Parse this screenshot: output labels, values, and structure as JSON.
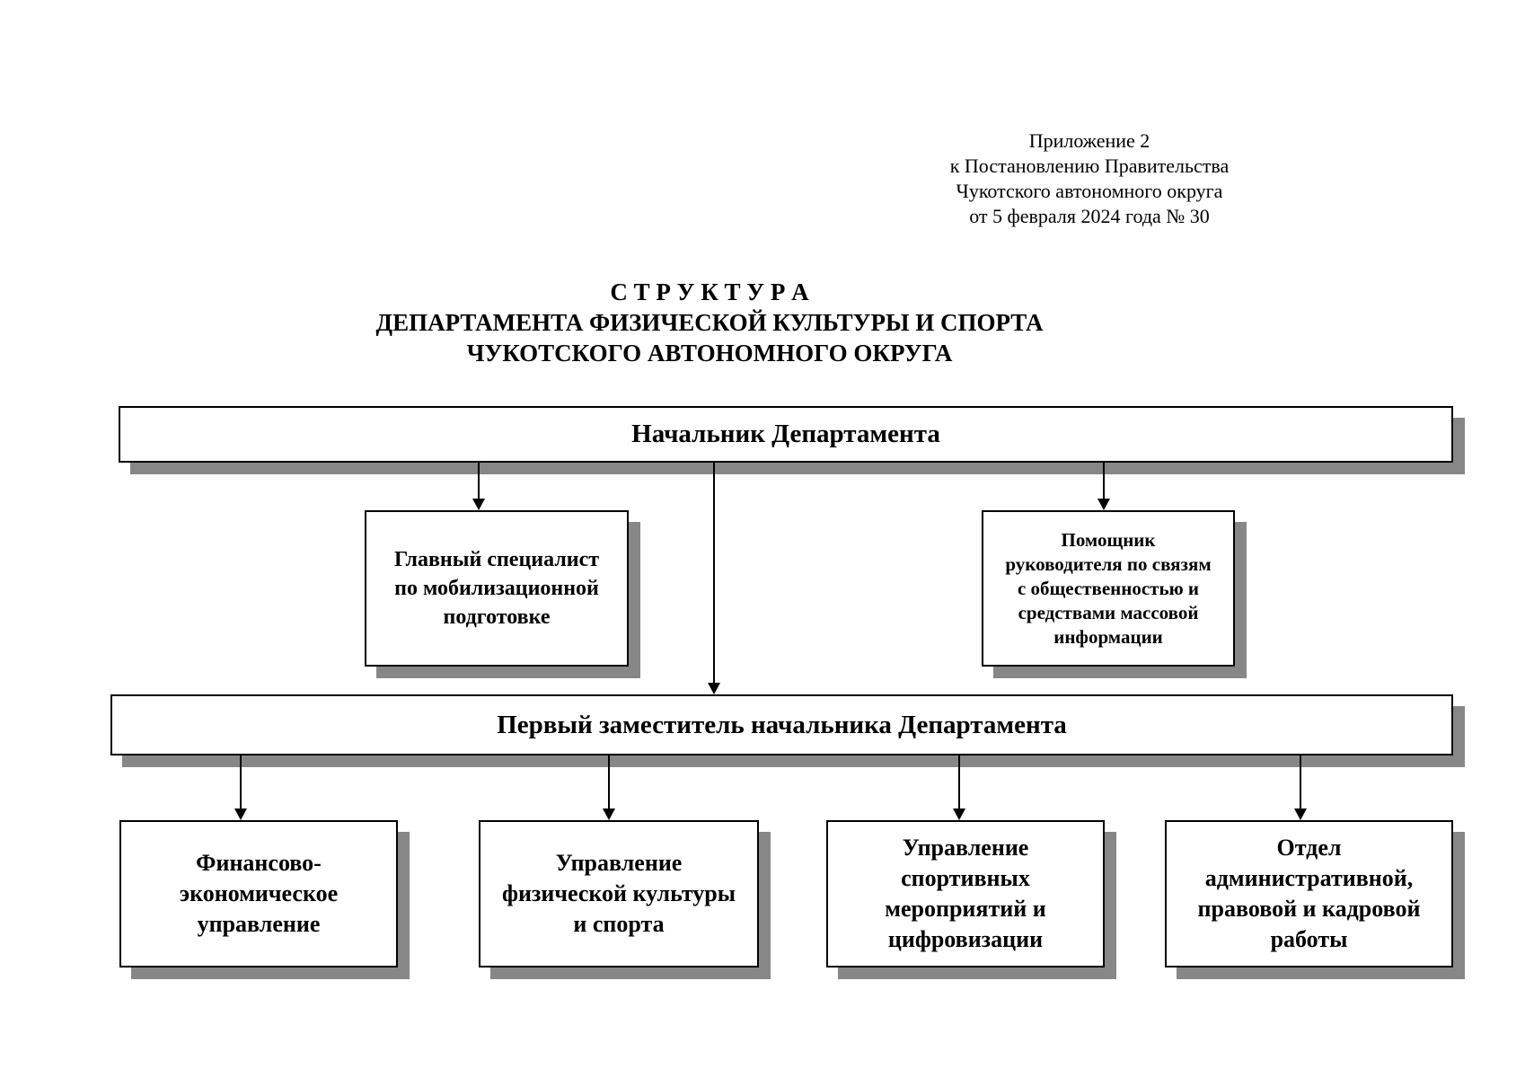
{
  "annotation": {
    "lines": [
      "Приложение 2",
      "к Постановлению Правительства",
      "Чукотского автономного округа",
      "от 5 февраля 2024 года № 30"
    ]
  },
  "title": {
    "lines": [
      "С Т Р У К Т У Р А",
      "ДЕПАРТАМЕНТА ФИЗИЧЕСКОЙ КУЛЬТУРЫ И СПОРТА",
      "ЧУКОТСКОГО АВТОНОМНОГО ОКРУГА"
    ]
  },
  "org": {
    "head": "Начальник Департамента",
    "deputy": "Первый заместитель начальника Департамента",
    "staff_units": [
      {
        "id": "mobilization-specialist",
        "label": "Главный специалист\nпо мобилизационной\nподготовке"
      },
      {
        "id": "pr-assistant",
        "label": "Помощник\nруководителя по связям\nс общественностью и\nсредствами массовой\nинформации"
      }
    ],
    "divisions": [
      {
        "id": "finance",
        "label": "Финансово-\nэкономическое\nуправление"
      },
      {
        "id": "physical-culture",
        "label": "Управление\nфизической культуры\nи спорта"
      },
      {
        "id": "sport-events",
        "label": "Управление\nспортивных\nмероприятий и\nцифровизации"
      },
      {
        "id": "admin-legal-hr",
        "label": "Отдел\nадминистративной,\nправовой и кадровой\nработы"
      }
    ]
  },
  "colors": {
    "border": "#000000",
    "shadow": "#878787",
    "background": "#ffffff",
    "text": "#000000"
  }
}
